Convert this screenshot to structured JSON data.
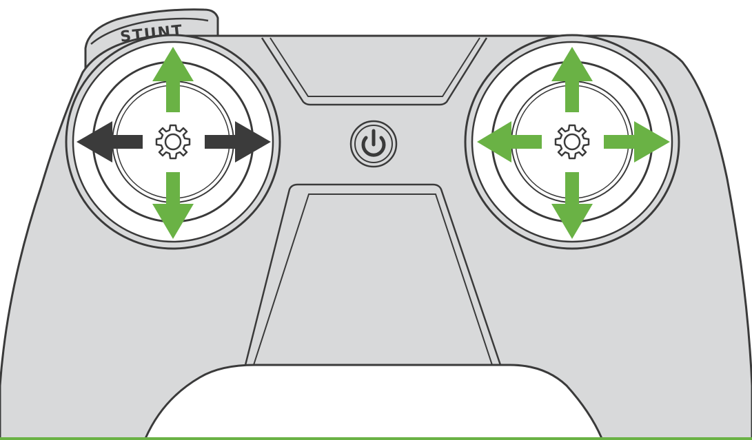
{
  "stunt_button": {
    "label": "STUNT"
  },
  "colors": {
    "body": "#d8d9da",
    "outline": "#3a3a3a",
    "stick_face": "#ffffff",
    "arrow_active": "#6ab245",
    "arrow_dark": "#3b3b3b",
    "grip": "#ffffff"
  },
  "left_stick": {
    "arrows": [
      {
        "direction": "up",
        "color": "#6ab245"
      },
      {
        "direction": "down",
        "color": "#6ab245"
      },
      {
        "direction": "left",
        "color": "#3b3b3b"
      },
      {
        "direction": "right",
        "color": "#3b3b3b"
      }
    ]
  },
  "right_stick": {
    "arrows": [
      {
        "direction": "up",
        "color": "#6ab245"
      },
      {
        "direction": "down",
        "color": "#6ab245"
      },
      {
        "direction": "left",
        "color": "#6ab245"
      },
      {
        "direction": "right",
        "color": "#6ab245"
      }
    ]
  },
  "icons": {
    "power": "power-icon",
    "gear": "gear-icon"
  }
}
